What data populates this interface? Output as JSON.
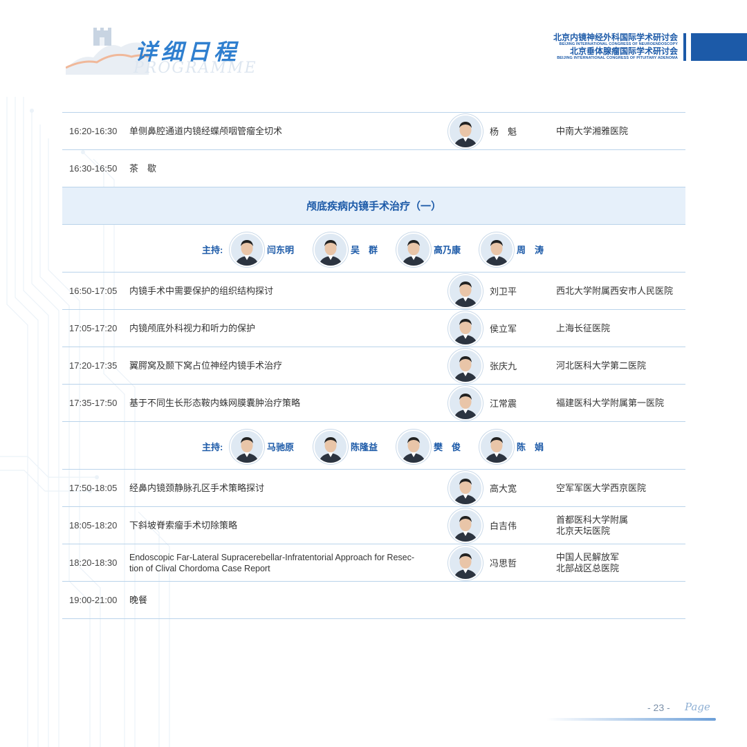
{
  "header": {
    "title": "详细日程",
    "subtitle": "PROGRAMME",
    "conference": {
      "zh1": "北京内镜神经外科国际学术研讨会",
      "en1": "BEIJING INTERNATIONAL CONGRESS OF NEUROENDOSCOPY",
      "zh2": "北京垂体腺瘤国际学术研讨会",
      "en2": "BEIJING INTERNATIONAL CONGRESS OF PITUITARY ADENOMA"
    }
  },
  "rows_top": [
    {
      "time": "16:20-16:30",
      "topic": "单侧鼻腔通道内镜经蝶颅咽管瘤全切术",
      "speaker": "杨　魁",
      "hospital": "中南大学湘雅医院"
    },
    {
      "time": "16:30-16:50",
      "topic": "茶　歇",
      "speaker": "",
      "hospital": ""
    }
  ],
  "session_title": "颅底疾病内镜手术治疗（一）",
  "host_label": "主持:",
  "hosts1": [
    "闫东明",
    "吴　群",
    "高乃康",
    "周　涛"
  ],
  "rows_mid": [
    {
      "time": "16:50-17:05",
      "topic": "内镜手术中需要保护的组织结构探讨",
      "speaker": "刘卫平",
      "hospital": "西北大学附属西安市人民医院"
    },
    {
      "time": "17:05-17:20",
      "topic": "内镜颅底外科视力和听力的保护",
      "speaker": "侯立军",
      "hospital": "上海长征医院"
    },
    {
      "time": "17:20-17:35",
      "topic": "翼腭窝及颞下窝占位神经内镜手术治疗",
      "speaker": "张庆九",
      "hospital": "河北医科大学第二医院"
    },
    {
      "time": "17:35-17:50",
      "topic": "基于不同生长形态鞍内蛛网膜囊肿治疗策略",
      "speaker": "江常震",
      "hospital": "福建医科大学附属第一医院"
    }
  ],
  "hosts2": [
    "马驰原",
    "陈隆益",
    "樊　俊",
    "陈　娟"
  ],
  "rows_bottom": [
    {
      "time": "17:50-18:05",
      "topic": "经鼻内镜颈静脉孔区手术策略探讨",
      "speaker": "高大宽",
      "hospital": "空军军医大学西京医院"
    },
    {
      "time": "18:05-18:20",
      "topic": "下斜坡脊索瘤手术切除策略",
      "speaker": "白吉伟",
      "hospital_l1": "首都医科大学附属",
      "hospital_l2": "北京天坛医院"
    },
    {
      "time": "18:20-18:30",
      "topic_l1": "Endoscopic Far-Lateral Supracerebellar-Infratentorial Approach for Resec-",
      "topic_l2": "tion of Clival Chordoma Case Report",
      "speaker": "冯思哲",
      "hospital_l1": "中国人民解放军",
      "hospital_l2": "北部战区总医院"
    },
    {
      "time": "19:00-21:00",
      "topic": "晚餐"
    }
  ],
  "footer": {
    "page": "- 23 -",
    "page_word": "Page"
  },
  "colors": {
    "accent": "#1c5aa8",
    "title_blue": "#2f7fcf",
    "line": "#b9d3ea",
    "session_bg": "#e6f0fa"
  }
}
